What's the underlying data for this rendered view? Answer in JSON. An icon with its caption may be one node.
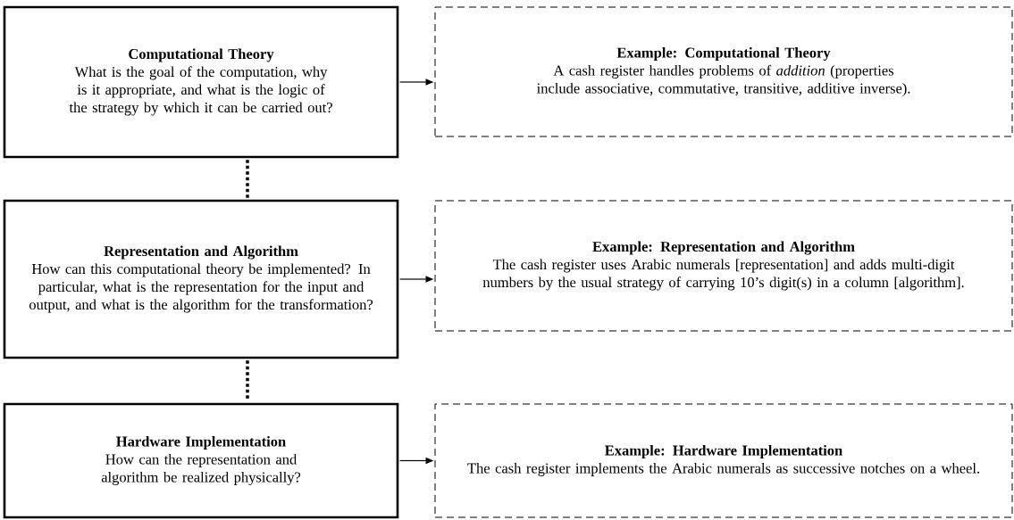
{
  "diagram": {
    "nodes": [
      {
        "text": [
          "Computational Theory",
          "What is the goal of the computation, why is it appropriate, and what is the logic of the strategy by which it can be carried out?"
        ]
      },
      {
        "text": [
          "Example: Computational Theory",
          "A cash register handles problems of *addition* (properties include associative, commutative, transitive, additive inverse)."
        ]
      },
      {
        "text": [
          "Representation and Algorithm",
          "How can this computational theory be implemented?  In particular, what is the representation for the input and output, and what is the algorithm for the transformation?"
        ]
      },
      {
        "text": [
          "Example: Representation and Algorithm",
          "The cash register uses Arabic numerals [representation] and adds multi-digit numbers by the usual strategy of carrying 10’s digit(s) in a column [algorithm]."
        ]
      },
      {
        "text": [
          "Hardware Implementation",
          "How can the representation and algorithm be realized physically?"
        ]
      },
      {
        "text": [
          "Example: Hardware Implementation",
          "The cash register implements the Arabic numerals as successive notches on a wheel."
        ]
      }
    ],
    "edges": [
      {
        "from": 0,
        "to": 1,
        "arrow": "to"
      },
      {
        "from": 2,
        "to": 3,
        "arrow": "to"
      },
      {
        "from": 4,
        "to": 5,
        "arrow": "to"
      },
      {
        "from": 0,
        "to": 2,
        "arrow": "none",
        "style": "dashed"
      },
      {
        "from": 2,
        "to": 4,
        "arrow": "none",
        "style": "dashed"
      }
    ]
  }
}
